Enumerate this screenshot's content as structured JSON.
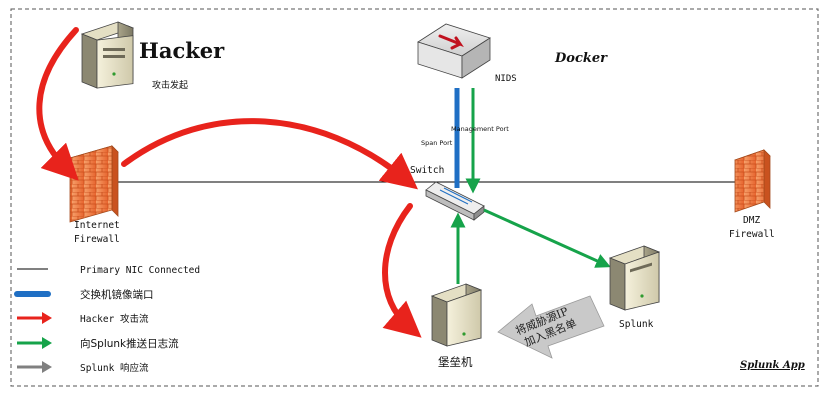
{
  "diagram": {
    "zone_label": "Docker",
    "app_label": "Splunk App",
    "nodes": {
      "hacker": {
        "label": "Hacker",
        "sublabel": "攻击发起"
      },
      "internet_firewall": {
        "label_line1": "Internet",
        "label_line2": "Firewall"
      },
      "nids": {
        "label": "NIDS"
      },
      "switch": {
        "label": "Switch"
      },
      "dmz_firewall": {
        "label_line1": "DMZ",
        "label_line2": "Firewall"
      },
      "splunk": {
        "label": "Splunk"
      },
      "bastion": {
        "label": "堡垒机"
      }
    },
    "port_labels": {
      "span": "Span Port",
      "management": "Management Port"
    },
    "response_note": {
      "line1": "将威胁源IP",
      "line2": "加入黑名单"
    }
  },
  "legend": [
    {
      "label": "Primary NIC Connected",
      "color": "#000000"
    },
    {
      "label": "交换机镜像端口",
      "color": "#1f6fc4"
    },
    {
      "label": "Hacker 攻击流",
      "color": "#e8231c"
    },
    {
      "label": "向Splunk推送日志流",
      "color": "#16a34a"
    },
    {
      "label": "Splunk 响应流",
      "color": "#808080"
    }
  ]
}
